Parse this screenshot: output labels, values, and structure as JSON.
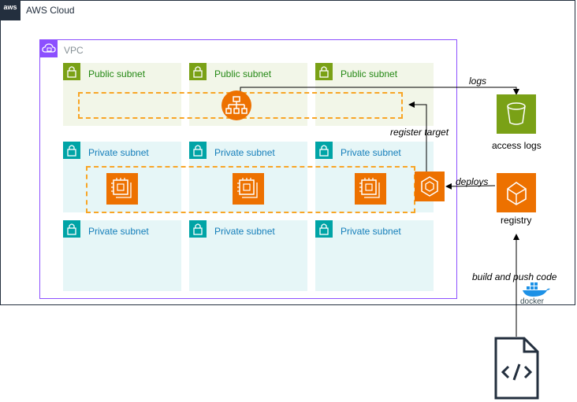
{
  "cloud": {
    "logo_text": "aws",
    "title": "AWS Cloud"
  },
  "vpc": {
    "label": "VPC"
  },
  "subnets": {
    "public": [
      "Public subnet",
      "Public subnet",
      "Public subnet"
    ],
    "private_row1": [
      "Private subnet",
      "Private subnet",
      "Private subnet"
    ],
    "private_row2": [
      "Private subnet",
      "Private subnet",
      "Private subnet"
    ]
  },
  "labels": {
    "logs": "logs",
    "register_target": "register target",
    "deploys": "deploys",
    "access_logs": "access logs",
    "registry": "registry",
    "build_push": "build and push code",
    "docker": "docker"
  },
  "colors": {
    "aws_orange": "#ed7100",
    "s3_green": "#7aa116",
    "vpc_purple": "#8c4fff",
    "public_subnet_bg": "#f2f6e8",
    "private_subnet_bg": "#e6f6f7",
    "dashed_orange": "#f8a526",
    "docker_blue": "#1d91e6"
  },
  "icons": {
    "load_balancer": "elastic-load-balancing-icon",
    "ec2": "ec2-instance-icon",
    "ecs": "ecs-service-icon",
    "s3": "s3-bucket-icon",
    "ecr": "ecr-registry-icon",
    "code": "source-code-file-icon"
  }
}
